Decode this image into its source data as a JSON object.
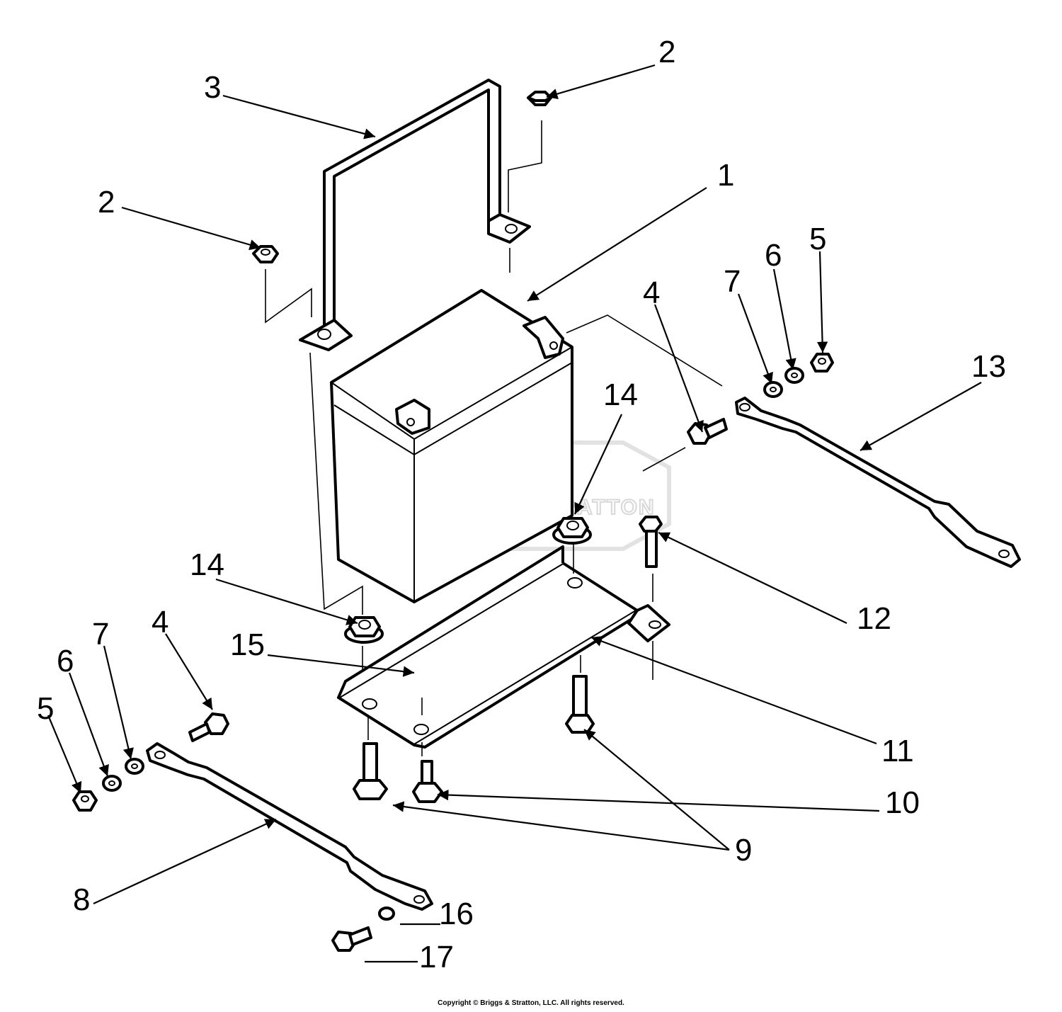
{
  "watermark": "BRIGGS & STRATTON",
  "copyright": "Copyright © Briggs & Stratton, LLC. All rights reserved.",
  "callouts": {
    "c1": "1",
    "c2a": "2",
    "c2b": "2",
    "c3": "3",
    "c4a": "4",
    "c4b": "4",
    "c5a": "5",
    "c5b": "5",
    "c6a": "6",
    "c6b": "6",
    "c7a": "7",
    "c7b": "7",
    "c8": "8",
    "c9": "9",
    "c10": "10",
    "c11": "11",
    "c12": "12",
    "c13": "13",
    "c14a": "14",
    "c14b": "14",
    "c15": "15",
    "c16": "16",
    "c17": "17"
  }
}
